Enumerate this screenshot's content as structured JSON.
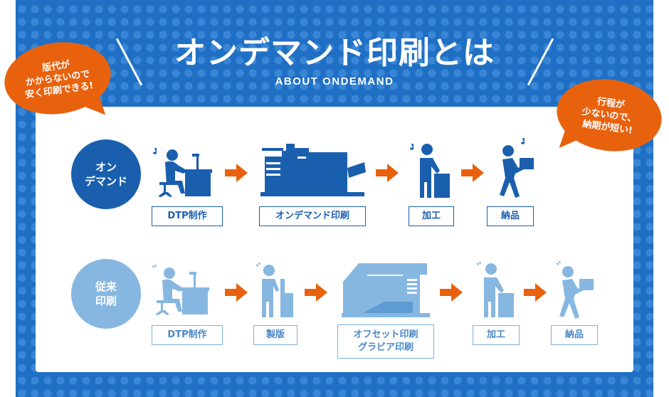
{
  "header": {
    "title": "オンデマンド印刷とは",
    "subtitle": "ABOUT ONDEMAND"
  },
  "bubbles": {
    "left": "版代が\nかからないので\n安く印刷できる!",
    "right": "行程が\n少ないので、\n納期が短い!"
  },
  "ondemand": {
    "label": "オン\nデマンド",
    "steps": [
      "DTP制作",
      "オンデマンド印刷",
      "加工",
      "納品"
    ]
  },
  "traditional": {
    "label": "従来\n印刷",
    "steps": [
      "DTP制作",
      "製版",
      "オフセット印刷\nグラビア印刷",
      "加工",
      "納品"
    ]
  },
  "colors": {
    "background": "#1f6fc4",
    "accent": "#e8620e",
    "dark_blue": "#1a5fae",
    "light_blue": "#86b7e1"
  },
  "icons": {
    "ondemand": [
      "designer-at-desk-icon",
      "digital-press-icon",
      "worker-finishing-icon",
      "delivery-person-icon"
    ],
    "traditional": [
      "designer-at-desk-icon",
      "platemaking-worker-icon",
      "offset-press-icon",
      "worker-finishing-icon",
      "delivery-person-icon"
    ]
  }
}
